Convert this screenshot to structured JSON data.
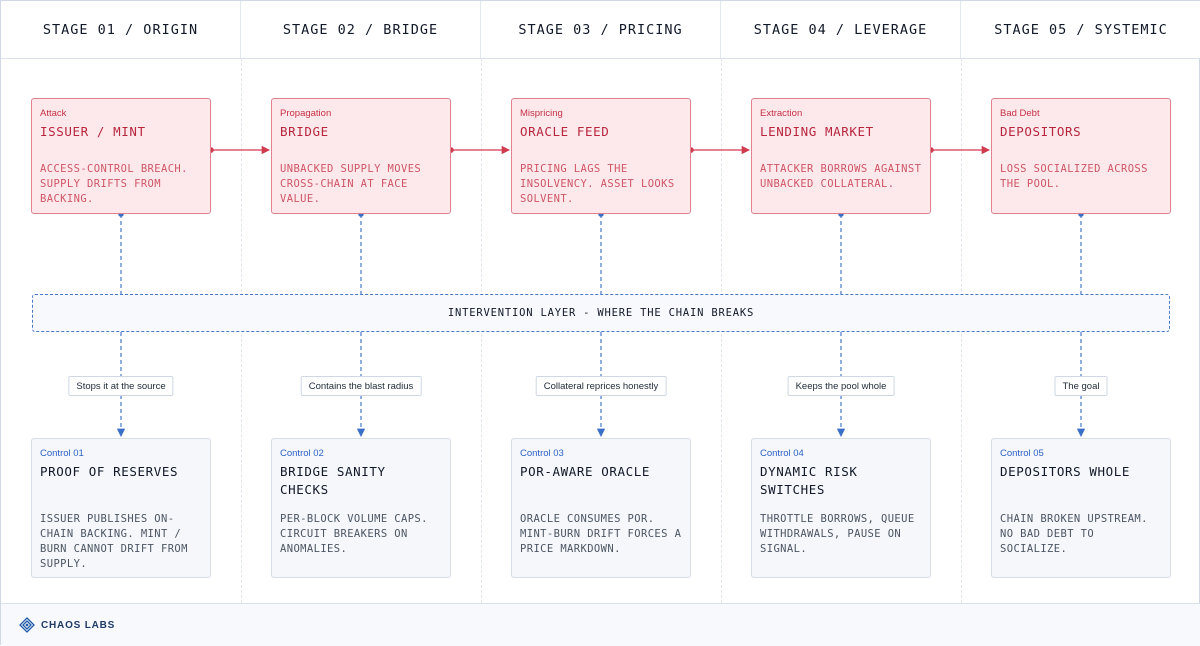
{
  "stages": [
    "STAGE 01 / ORIGIN",
    "STAGE 02 / BRIDGE",
    "STAGE 03 / PRICING",
    "STAGE 04 / LEVERAGE",
    "STAGE 05 / SYSTEMIC"
  ],
  "attack_chain": [
    {
      "tag": "Attack",
      "title": "ISSUER / MINT",
      "desc": "ACCESS-CONTROL BREACH. SUPPLY DRIFTS FROM BACKING."
    },
    {
      "tag": "Propagation",
      "title": "BRIDGE",
      "desc": "UNBACKED SUPPLY MOVES CROSS-CHAIN AT FACE VALUE."
    },
    {
      "tag": "Mispricing",
      "title": "ORACLE FEED",
      "desc": "PRICING LAGS THE INSOLVENCY. ASSET LOOKS SOLVENT."
    },
    {
      "tag": "Extraction",
      "title": "LENDING MARKET",
      "desc": "ATTACKER BORROWS AGAINST UNBACKED COLLATERAL."
    },
    {
      "tag": "Bad Debt",
      "title": "DEPOSITORS",
      "desc": "LOSS SOCIALIZED ACROSS THE POOL."
    }
  ],
  "intervention_layer": "INTERVENTION LAYER - WHERE THE CHAIN BREAKS",
  "outcomes": [
    "Stops it at the source",
    "Contains the blast radius",
    "Collateral reprices honestly",
    "Keeps the pool whole",
    "The goal"
  ],
  "controls": [
    {
      "tag": "Control 01",
      "title": "PROOF OF RESERVES",
      "desc": "ISSUER PUBLISHES ON-CHAIN BACKING. MINT / BURN CANNOT DRIFT FROM SUPPLY."
    },
    {
      "tag": "Control 02",
      "title": "BRIDGE SANITY CHECKS",
      "desc": "PER-BLOCK VOLUME CAPS. CIRCUIT BREAKERS ON ANOMALIES."
    },
    {
      "tag": "Control 03",
      "title": "POR-AWARE ORACLE",
      "desc": "ORACLE CONSUMES POR. MINT-BURN DRIFT FORCES A PRICE MARKDOWN."
    },
    {
      "tag": "Control 04",
      "title": "DYNAMIC RISK SWITCHES",
      "desc": "THROTTLE BORROWS, QUEUE WITHDRAWALS, PAUSE ON SIGNAL."
    },
    {
      "tag": "Control 05",
      "title": "DEPOSITORS WHOLE",
      "desc": "CHAIN BROKEN UPSTREAM. NO BAD DEBT TO SOCIALIZE."
    }
  ],
  "footer": {
    "brand": "CHAOS LABS",
    "logo_icon": "chaos-labs-logo-icon"
  },
  "colors": {
    "attack_fill": "#fde9ec",
    "attack_border": "#e2828e",
    "attack_text": "#b8263d",
    "control_accent": "#2c63c5",
    "connector_blue": "#4a78c8"
  }
}
